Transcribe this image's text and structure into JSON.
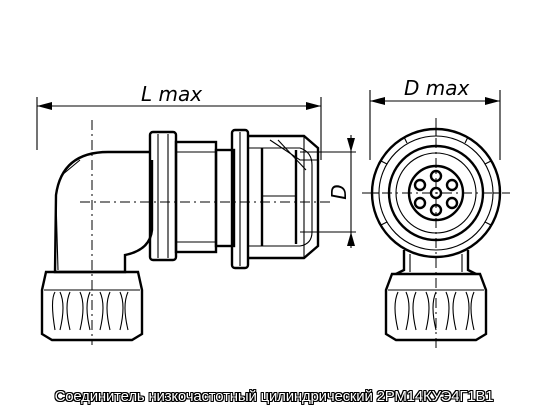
{
  "caption": "Соединитель низкочастотный цилиндрический 2РМ14КУЭ4Г1В1",
  "dimensions": {
    "length_label": "L max",
    "diameter_label": "D max",
    "side_diameter_label": "D"
  }
}
